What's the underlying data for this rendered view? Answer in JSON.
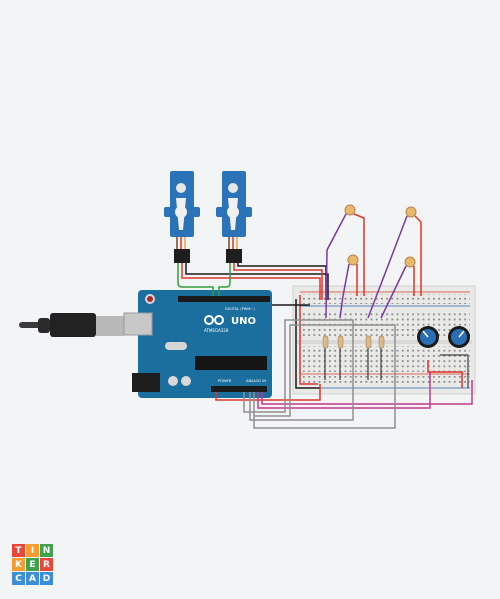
{
  "arduino": {
    "brand": "UNO",
    "chip_label": "ATMEGA328",
    "digital_label": "DIGITAL (PWM~)",
    "power_label": "POWER",
    "analog_label": "ANALOG IN"
  },
  "logo": {
    "letters": [
      "T",
      "I",
      "N",
      "K",
      "E",
      "R",
      "C",
      "A",
      "D"
    ],
    "colors": [
      "#e8473c",
      "#f59b2f",
      "#3fa34d",
      "#f59b2f",
      "#3fa34d",
      "#e8473c",
      "#3b8fd8",
      "#3b8fd8",
      "#3b8fd8"
    ]
  },
  "colors": {
    "background": "#f3f4f6",
    "arduino_board": "#1b6f9f",
    "servo_body": "#2a73b8",
    "breadboard": "#e9e9e7",
    "wire_red": "#e0352b",
    "wire_black": "#1a1a1a",
    "wire_purple": "#7a3aa0",
    "wire_magenta": "#c2388c",
    "wire_gray": "#8f8f8f",
    "wire_green": "#2f9e3e",
    "potentiometer": "#2a6fb5"
  }
}
